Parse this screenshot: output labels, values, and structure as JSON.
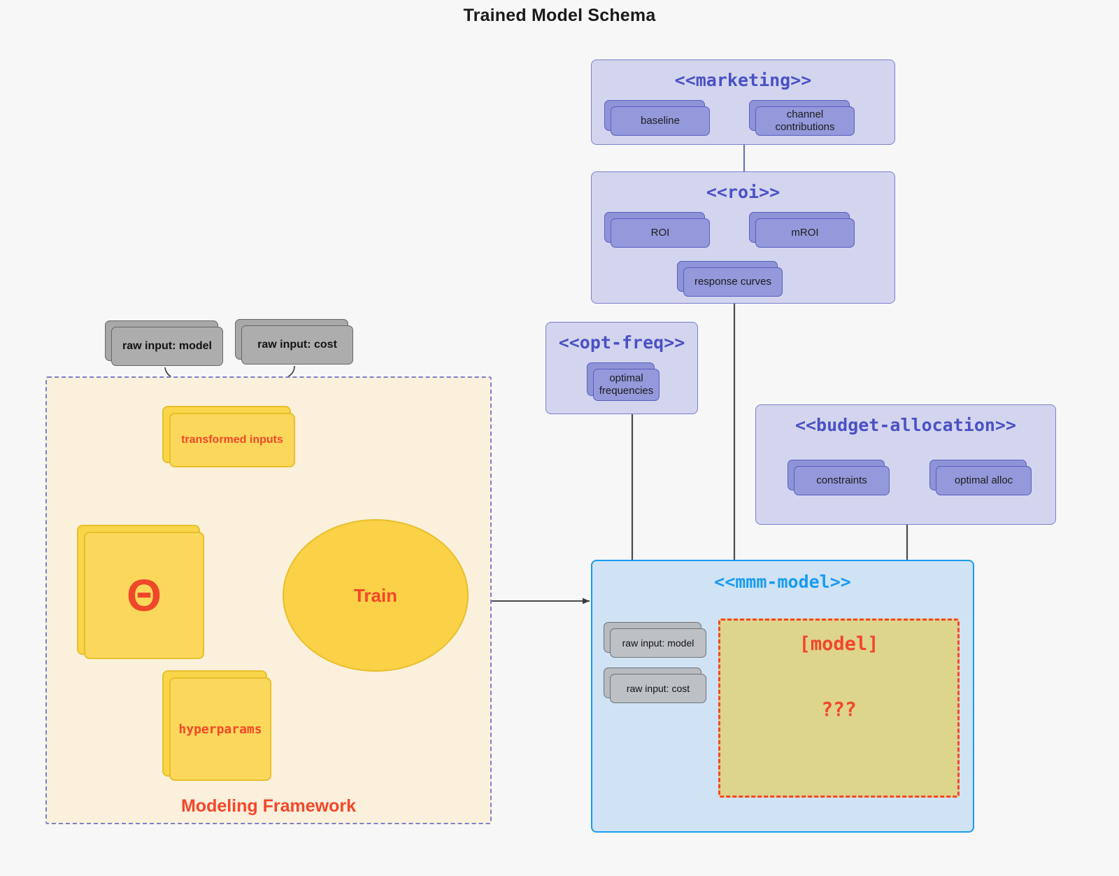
{
  "title": "Trained Model Schema",
  "colors": {
    "background": "#f7f7f7",
    "package_fill": "#d3d5ee",
    "package_stroke": "#7b7fcc",
    "node_fill": "#9399db",
    "node_stroke": "#585ec0",
    "gray_fill": "#adadad",
    "gray_stroke": "#666666",
    "framework_fill": "#faf0dc",
    "framework_stroke": "#7b7fcc",
    "yellow_fill": "#fbd85c",
    "yellow_stroke": "#e8bf2a",
    "accent_red": "#f4462a",
    "mmm_fill": "#cfe3f5",
    "mmm_stroke": "#1a9bf0",
    "model_fill": "#ddd58c"
  },
  "packages": {
    "marketing": {
      "title": "<<marketing>>",
      "nodes": [
        {
          "label": "baseline"
        },
        {
          "label": "channel contributions"
        }
      ]
    },
    "roi": {
      "title": "<<roi>>",
      "nodes": [
        {
          "label": "ROI"
        },
        {
          "label": "mROI"
        },
        {
          "label": "response curves"
        }
      ]
    },
    "opt_freq": {
      "title": "<<opt-freq>>",
      "nodes": [
        {
          "label": "optimal\nfrequencies"
        }
      ]
    },
    "budget_allocation": {
      "title": "<<budget-allocation>>",
      "nodes": [
        {
          "label": "constraints"
        },
        {
          "label": "optimal alloc"
        }
      ]
    },
    "mmm_model": {
      "title": "<<mmm-model>>",
      "inputs": [
        {
          "label": "raw input: model"
        },
        {
          "label": "raw input: cost"
        }
      ],
      "model_box": {
        "title": "[model]",
        "body": "???"
      }
    }
  },
  "raw_inputs": [
    {
      "label": "raw input: model"
    },
    {
      "label": "raw input: cost"
    }
  ],
  "framework": {
    "label": "Modeling Framework",
    "nodes": {
      "transformed_inputs": "transformed inputs",
      "theta": "Θ",
      "hyperparams": "hyperparams",
      "train": "Train"
    }
  }
}
